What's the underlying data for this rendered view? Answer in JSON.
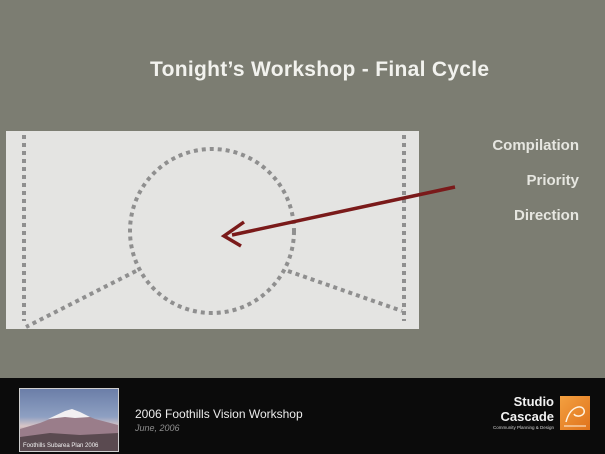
{
  "slide": {
    "title": "Tonight’s Workshop - Final Cycle",
    "bullets": [
      "Compilation",
      "Priority",
      "Direction"
    ]
  },
  "footer": {
    "thumbnail_caption": "Foothills Subarea Plan 2006",
    "title": "2006 Foothills Vision Workshop",
    "date": "June, 2006",
    "logo": {
      "line1": "Studio",
      "line2": "Cascade",
      "tagline": "Community Planning & Design"
    }
  },
  "colors": {
    "background": "#7c7d72",
    "arrow": "#7a1a1a",
    "footer": "#0b0b0b",
    "logo_accent": "#e8862a"
  }
}
